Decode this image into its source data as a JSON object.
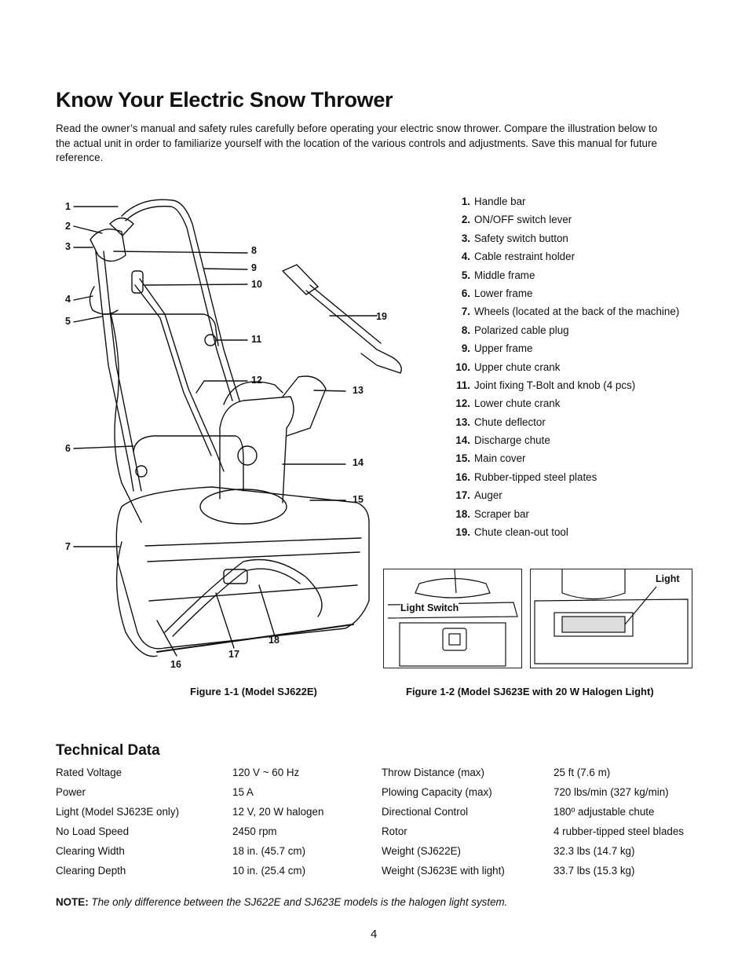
{
  "title": "Know Your Electric Snow Thrower",
  "intro": "Read the owner’s manual and safety rules carefully before operating your electric snow thrower. Compare the illustration below to the actual unit in order to familiarize yourself with the location of the various controls and adjustments. Save this manual for future reference.",
  "parts": [
    {
      "num": "1.",
      "label": "Handle bar"
    },
    {
      "num": "2.",
      "label": "ON/OFF switch lever"
    },
    {
      "num": "3.",
      "label": "Safety switch button"
    },
    {
      "num": "4.",
      "label": "Cable restraint holder"
    },
    {
      "num": "5.",
      "label": "Middle frame"
    },
    {
      "num": "6.",
      "label": "Lower frame"
    },
    {
      "num": "7.",
      "label": "Wheels (located at the back of the machine)"
    },
    {
      "num": "8.",
      "label": "Polarized cable plug"
    },
    {
      "num": "9.",
      "label": "Upper frame"
    },
    {
      "num": "10.",
      "label": "Upper chute crank"
    },
    {
      "num": "11.",
      "label": "Joint fixing T-Bolt and knob (4 pcs)"
    },
    {
      "num": "12.",
      "label": "Lower chute crank"
    },
    {
      "num": "13.",
      "label": "Chute deflector"
    },
    {
      "num": "14.",
      "label": "Discharge chute"
    },
    {
      "num": "15.",
      "label": "Main cover"
    },
    {
      "num": "16.",
      "label": "Rubber-tipped steel plates"
    },
    {
      "num": "17.",
      "label": "Auger"
    },
    {
      "num": "18.",
      "label": "Scraper bar"
    },
    {
      "num": "19.",
      "label": "Chute clean-out tool"
    }
  ],
  "callouts": [
    "1",
    "2",
    "3",
    "4",
    "5",
    "6",
    "7",
    "8",
    "9",
    "10",
    "11",
    "12",
    "13",
    "14",
    "15",
    "16",
    "17",
    "18",
    "19"
  ],
  "figure2": {
    "light_switch_label": "Light Switch",
    "light_label": "Light"
  },
  "captions": {
    "fig1": "Figure 1-1 (Model SJ622E)",
    "fig2": "Figure 1-2 (Model SJ623E with 20 W Halogen Light)"
  },
  "technical_data": {
    "heading": "Technical Data",
    "left": [
      {
        "label": "Rated Voltage",
        "value": "120 V ~ 60 Hz"
      },
      {
        "label": "Power",
        "value": "15 A"
      },
      {
        "label": "Light (Model SJ623E only)",
        "value": "12 V, 20 W halogen"
      },
      {
        "label": "No Load Speed",
        "value": "2450 rpm"
      },
      {
        "label": "Clearing Width",
        "value": "18 in. (45.7 cm)"
      },
      {
        "label": "Clearing Depth",
        "value": "10 in. (25.4 cm)"
      }
    ],
    "right": [
      {
        "label": "Throw Distance (max)",
        "value": "25 ft (7.6 m)"
      },
      {
        "label": "Plowing Capacity (max)",
        "value": "720 lbs/min (327 kg/min)"
      },
      {
        "label": "Directional Control",
        "value": "180º adjustable chute"
      },
      {
        "label": "Rotor",
        "value": "4 rubber-tipped steel blades"
      },
      {
        "label": "Weight (SJ622E)",
        "value": "32.3 lbs (14.7 kg)"
      },
      {
        "label": "Weight (SJ623E with light)",
        "value": "33.7 lbs (15.3 kg)"
      }
    ]
  },
  "note": {
    "label": "NOTE:",
    "text": "The only difference between the SJ622E and SJ623E models is the halogen light system."
  },
  "page_number": "4"
}
